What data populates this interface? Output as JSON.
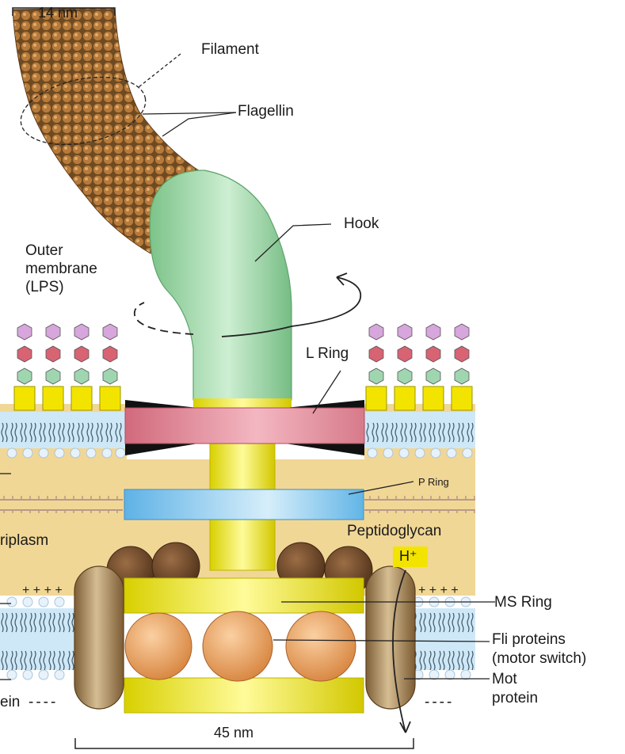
{
  "scale_top": "14 nm",
  "scale_bottom": "45 nm",
  "labels": {
    "filament": "Filament",
    "flagellin": "Flagellin",
    "hook": "Hook",
    "outer_membrane": "Outer\nmembrane\n(LPS)",
    "l_ring": "L Ring",
    "p_ring": "P Ring",
    "peptidoglycan": "Peptidoglycan",
    "periplasm": "riplasm",
    "h_plus": "H⁺",
    "ms_ring": "MS Ring",
    "fli_proteins": "Fli proteins\n(motor switch)",
    "mot_protein": "Mot\nprotein",
    "left_protein": "ein",
    "left_dashes": "----",
    "right_dashes": "----"
  },
  "colors": {
    "filament": "#a8733a",
    "hook": "#8fd19a",
    "rod": "#f2ea2a",
    "l_ring": "#e58a9a",
    "p_ring": "#7cc6ee",
    "periplasm": "#f1d796",
    "mot_protein": "#9a7a4c",
    "fli_protein": "#e79a55",
    "c_ring": "#6e4a2c"
  }
}
